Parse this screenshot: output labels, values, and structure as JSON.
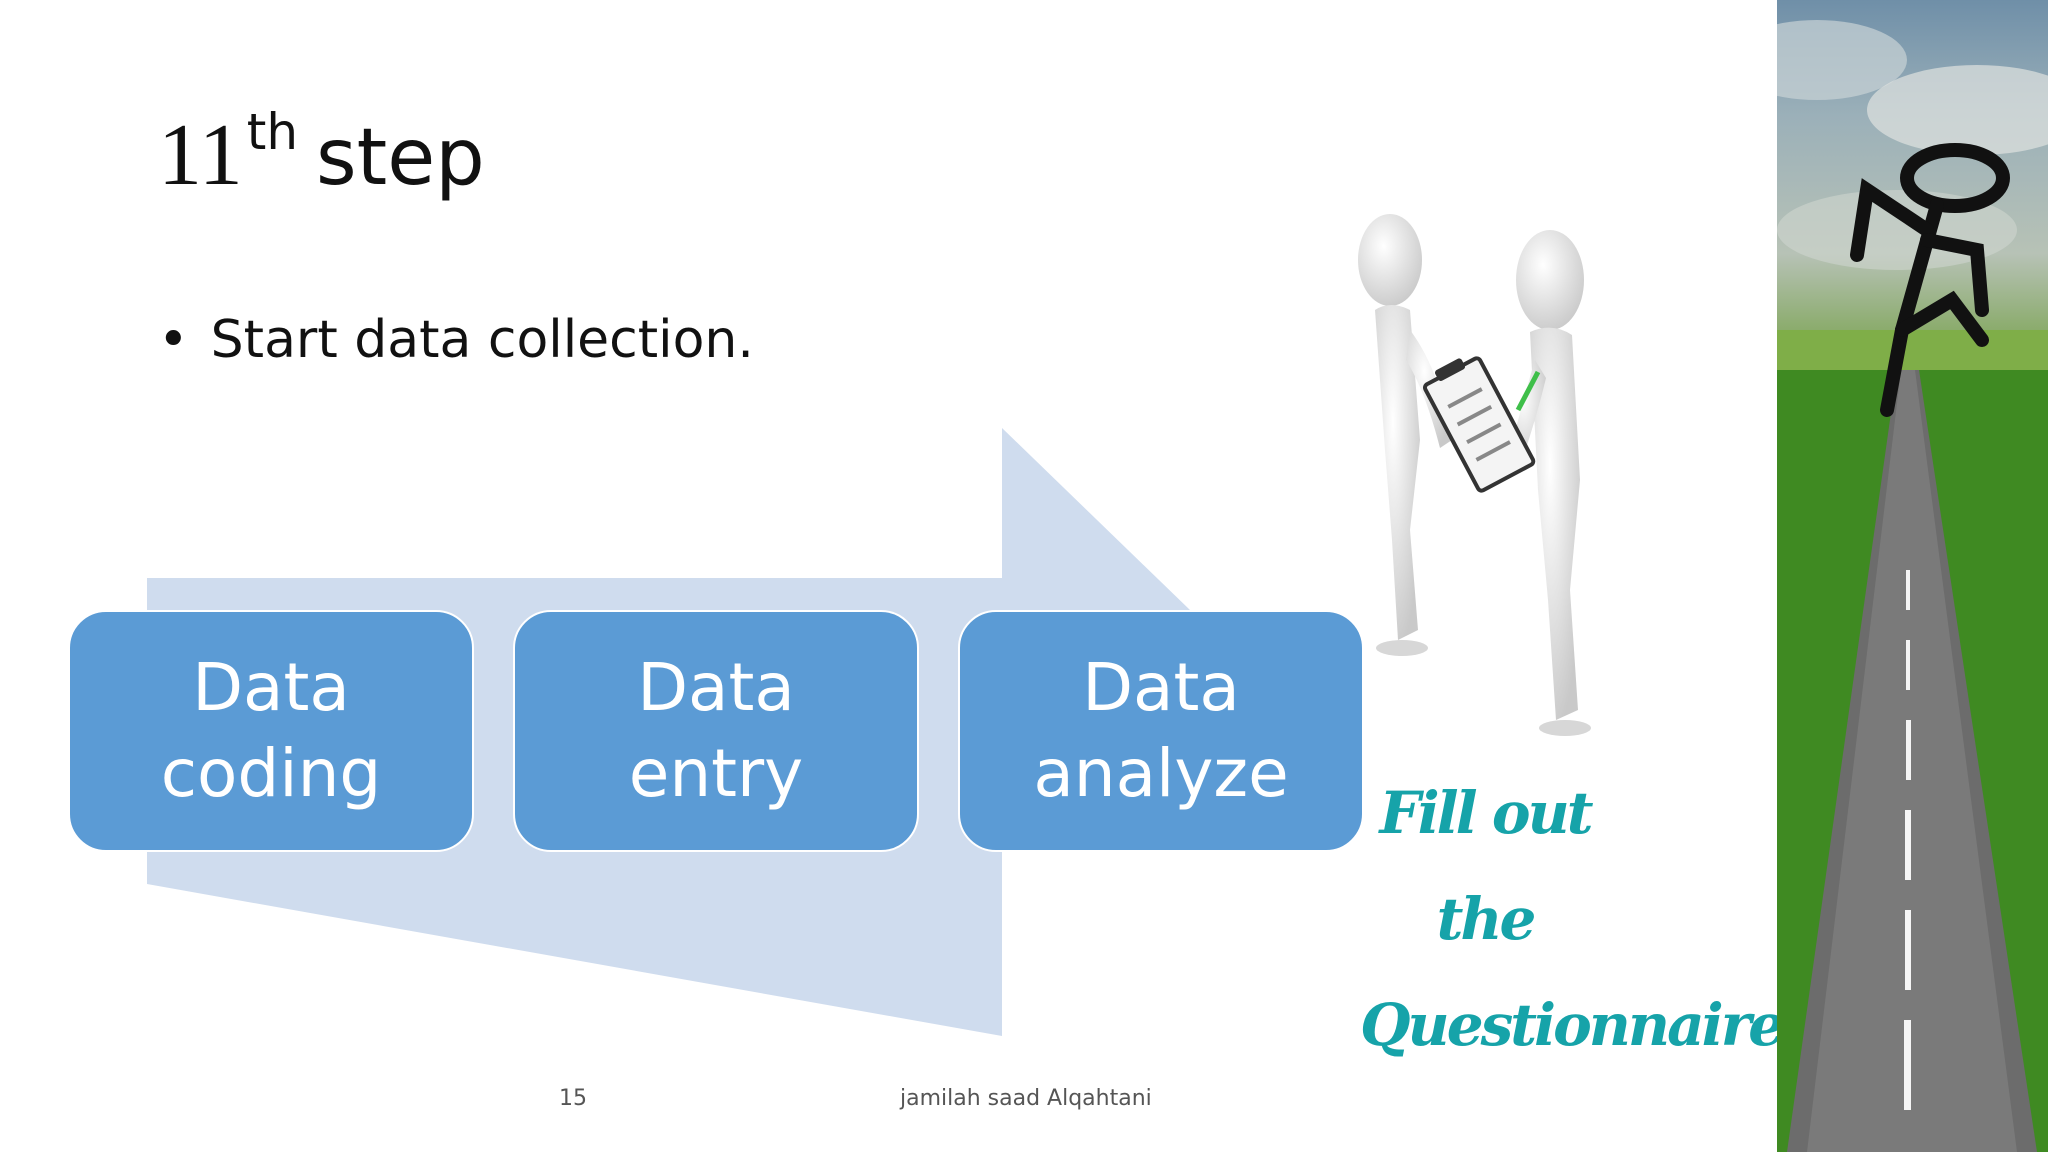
{
  "slide": {
    "title": {
      "number": "11",
      "superscript": "th",
      "word": "step"
    },
    "bullets": [
      {
        "symbol": "•",
        "text": "Start data collection."
      }
    ],
    "process": [
      {
        "line1": "Data",
        "line2": "coding"
      },
      {
        "line1": "Data",
        "line2": "entry"
      },
      {
        "line1": "Data",
        "line2": "analyze"
      }
    ],
    "illustration": {
      "caption_line1": "Fill out the",
      "caption_line2": "Questionnaire"
    },
    "footer": {
      "page_number": "15",
      "author": "jamilah saad Alqahtani"
    }
  },
  "colors": {
    "box_fill": "#5b9bd5",
    "arrow_fill": "#cfdcee",
    "caption_teal": "#16a3a9"
  }
}
